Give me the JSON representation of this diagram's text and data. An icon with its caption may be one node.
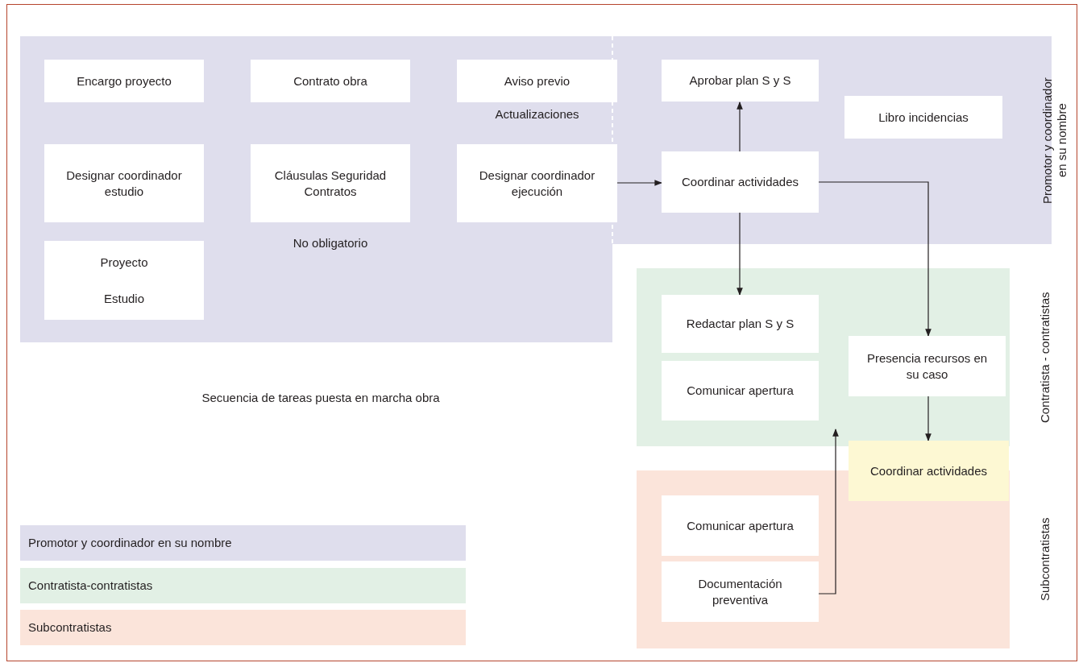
{
  "diagram": {
    "nodes": [
      {
        "text": [
          "Promotor y coordinador en su nombre"
        ]
      },
      {
        "text": [
          "Encargo proyecto"
        ],
        "in": 0
      },
      {
        "text": [
          "Contrato obra"
        ],
        "in": 0
      },
      {
        "text": [
          "Aviso previo"
        ],
        "in": 0,
        "beside": [
          "Actualizaciones"
        ]
      },
      {
        "text": [
          "Aprobar plan S y S"
        ],
        "in": 0
      },
      {
        "text": [
          "Libro incidencias"
        ],
        "in": 0
      },
      {
        "text": [
          "Designar coordinador estudio"
        ],
        "in": 0
      },
      {
        "text": [
          "Cláusulas Seguridad Contratos"
        ],
        "in": 0,
        "beside": [
          "No obligatorio"
        ]
      },
      {
        "text": [
          "Designar coordinador ejecución"
        ],
        "in": 0
      },
      {
        "text": [
          "Coordinar actividades"
        ],
        "in": 0
      },
      {
        "text": [
          "Proyecto",
          "Estudio"
        ],
        "in": 0
      },
      {
        "text": [
          "Contratista - contratistas"
        ]
      },
      {
        "text": [
          "Redactar plan S y S"
        ],
        "in": 11
      },
      {
        "text": [
          "Presencia recursos en su caso"
        ],
        "in": 11
      },
      {
        "text": [
          "Comunicar apertura"
        ],
        "in": 11
      },
      {
        "text": [
          "Coordinar actividades"
        ]
      },
      {
        "text": [
          "Subcontratistas"
        ]
      },
      {
        "text": [
          "Comunicar apertura"
        ],
        "in": 16
      },
      {
        "text": [
          "Documentación preventiva"
        ],
        "in": 16
      }
    ],
    "edges": [
      {
        "from": 8,
        "to": 9,
        "arrow": "to"
      },
      {
        "from": 9,
        "to": 4,
        "arrow": "to"
      },
      {
        "from": 9,
        "to": 12,
        "arrow": "to"
      },
      {
        "from": 9,
        "to": 13,
        "arrow": "to"
      },
      {
        "from": 13,
        "to": 15,
        "arrow": "to"
      },
      {
        "from": 18,
        "to": 11,
        "arrow": "to"
      }
    ],
    "labels": [
      "Secuencia de tareas puesta en marcha obra"
    ],
    "legend": [
      {
        "text": "Promotor y coordinador en su nombre",
        "color": "#dfdeed"
      },
      {
        "text": "Contratista-contratistas",
        "color": "#e2f0e5"
      },
      {
        "text": "Subcontratistas",
        "color": "#fbe4da"
      }
    ]
  }
}
